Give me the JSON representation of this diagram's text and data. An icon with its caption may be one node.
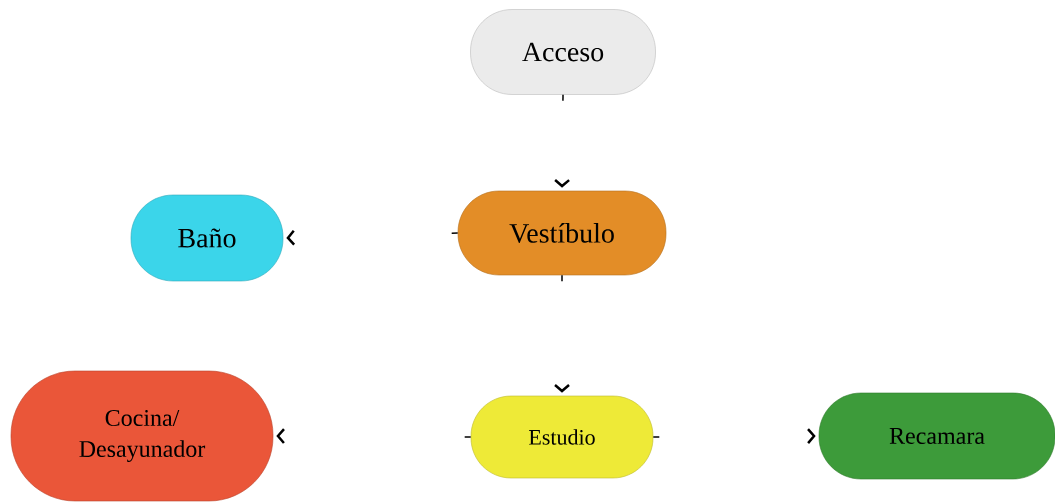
{
  "diagram": {
    "nodes": [
      {
        "text": [
          "Acceso"
        ]
      },
      {
        "text": [
          "Baño"
        ]
      },
      {
        "text": [
          "Vestíbulo"
        ]
      },
      {
        "text": [
          "Cocina/ Desayunador"
        ]
      },
      {
        "text": [
          "Estudio"
        ]
      },
      {
        "text": [
          "Recamara"
        ]
      }
    ],
    "edges": [
      {
        "from": 0,
        "to": 2,
        "arrow": "to"
      },
      {
        "from": 2,
        "to": 1,
        "arrow": "to"
      },
      {
        "from": 2,
        "to": 4,
        "arrow": "to"
      },
      {
        "from": 4,
        "to": 3,
        "arrow": "to"
      },
      {
        "from": 4,
        "to": 5,
        "arrow": "to"
      }
    ]
  }
}
